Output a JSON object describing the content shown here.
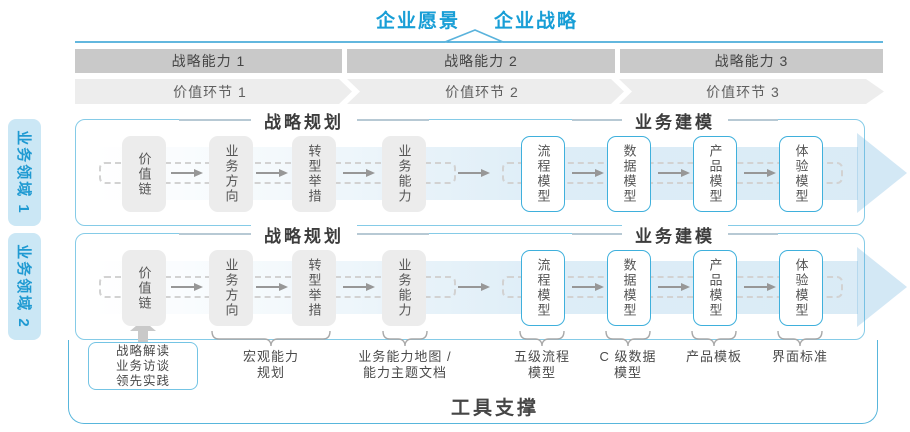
{
  "title": {
    "vision": "企业愿景",
    "strategy": "企业战略"
  },
  "capability_bars": [
    "战略能力 1",
    "战略能力 2",
    "战略能力 3"
  ],
  "value_chain": [
    "价值环节 1",
    "价值环节 2",
    "价值环节 3"
  ],
  "domains": [
    "业务领域 1",
    "业务领域 2"
  ],
  "row": {
    "planning_header": "战略规划",
    "modeling_header": "业务建模",
    "gray_boxes": [
      "价值链",
      "业务方向",
      "转型举措",
      "业务能力"
    ],
    "blue_boxes": [
      "流程模型",
      "数据模型",
      "产品模型",
      "体验模型"
    ]
  },
  "footer": {
    "practice_lines": [
      "战略解读",
      "业务访谈",
      "领先实践"
    ],
    "annotations": [
      {
        "line1": "宏观能力",
        "line2": "规划"
      },
      {
        "line1": "业务能力地图 /",
        "line2": "能力主题文档"
      },
      {
        "line1": "五级流程",
        "line2": "模型"
      },
      {
        "line1": "C 级数据",
        "line2": "模型"
      },
      {
        "line1": "产品模板",
        "line2": ""
      },
      {
        "line1": "界面标准",
        "line2": ""
      }
    ],
    "tool_support": "工具支撑"
  },
  "colors": {
    "accent_blue": "#189ed6",
    "container_border": "#85cbe7",
    "domain_fill": "#cbe7f5",
    "bar_gray": "#c9c9c9",
    "strip_gray": "#ededed",
    "box_gray": "#ececec",
    "blue_box_border": "#3fb0dc"
  }
}
